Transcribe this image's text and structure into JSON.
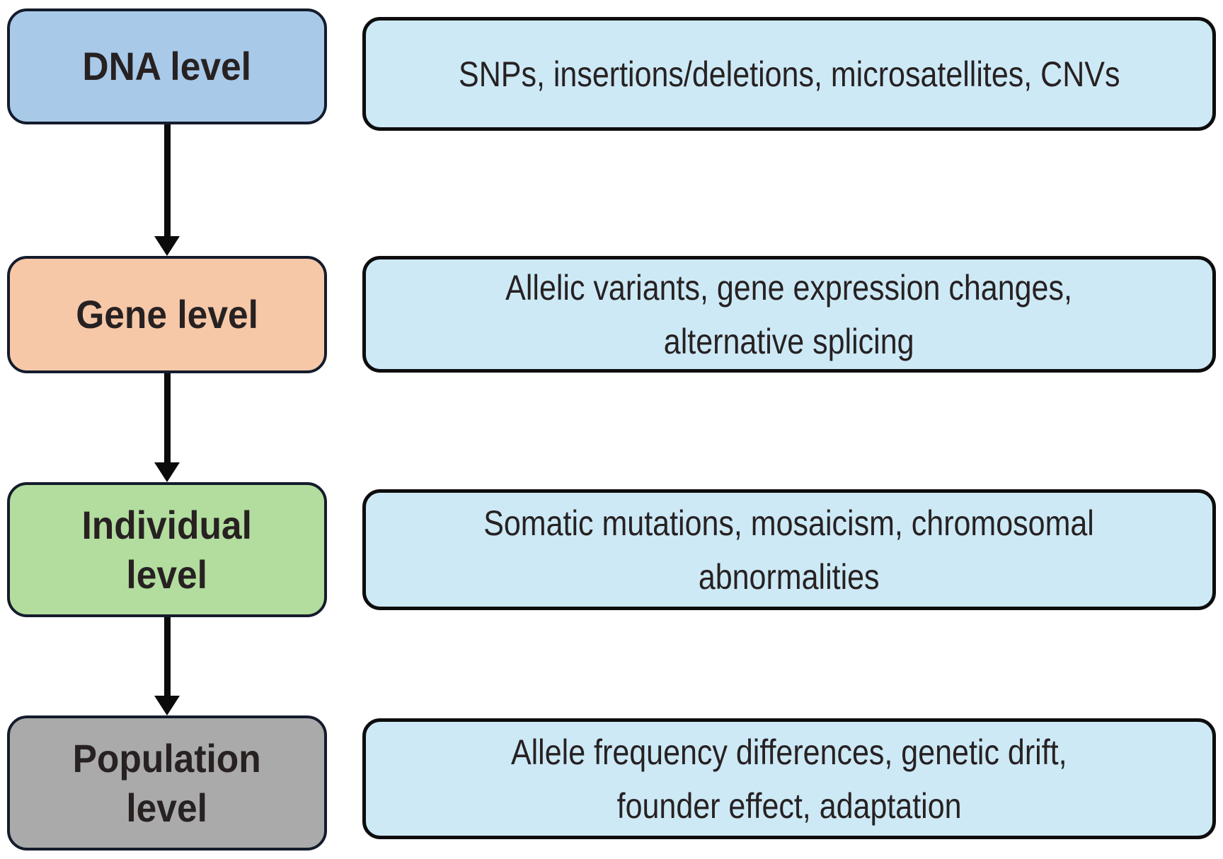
{
  "styles": {
    "detail_fill": "#cde9f6",
    "detail_border": "#0d0d0d",
    "level_border": "#141c2c",
    "text_color": "#272122",
    "arrow_color": "#0b0b0b"
  },
  "rows": [
    {
      "name": "dna",
      "level_fill": "#a9c9e9",
      "level_label_lines": [
        "DNA level"
      ],
      "detail_lines": [
        "SNPs, insertions/deletions, microsatellites, CNVs"
      ]
    },
    {
      "name": "gene",
      "level_fill": "#f6c8a8",
      "level_label_lines": [
        "Gene level"
      ],
      "detail_lines": [
        "Allelic variants, gene expression changes,",
        "alternative splicing"
      ]
    },
    {
      "name": "individual",
      "level_fill": "#b2dd9e",
      "level_label_lines": [
        "Individual",
        "level"
      ],
      "detail_lines": [
        "Somatic mutations, mosaicism, chromosomal",
        "abnormalities"
      ]
    },
    {
      "name": "population",
      "level_fill": "#aaaaaa",
      "level_label_lines": [
        "Population",
        "level"
      ],
      "detail_lines": [
        "Allele frequency differences, genetic drift,",
        "founder effect, adaptation"
      ]
    }
  ]
}
